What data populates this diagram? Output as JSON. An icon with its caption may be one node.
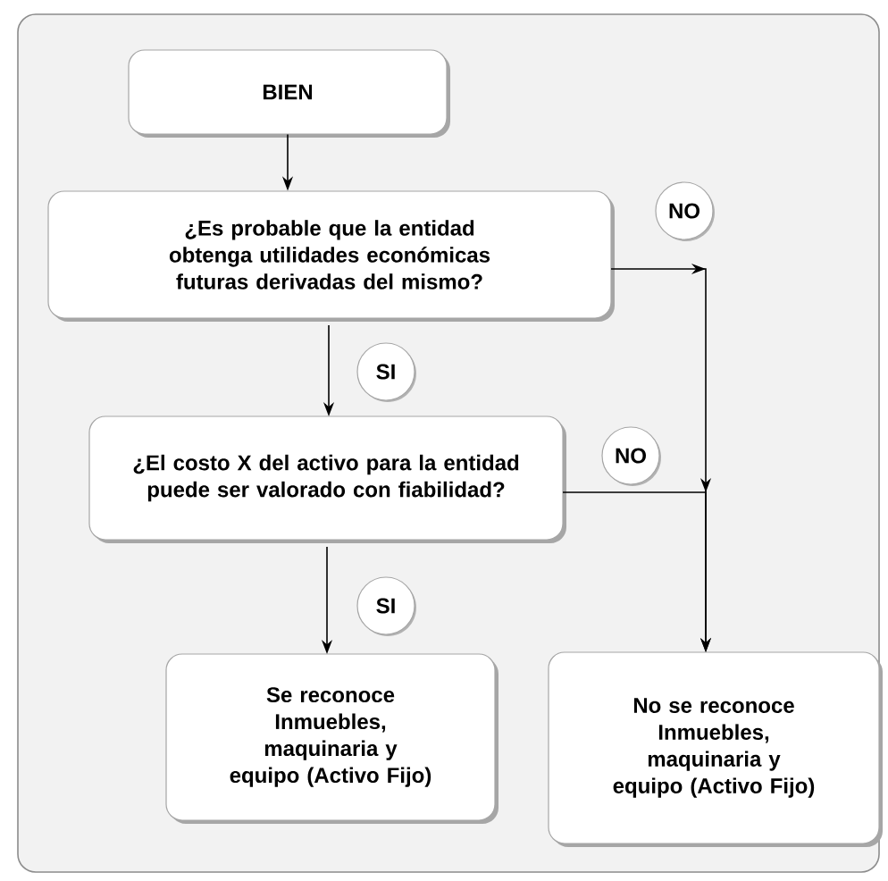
{
  "diagram": {
    "nodes": [
      {
        "text": [
          "BIEN"
        ]
      },
      {
        "text": [
          "¿Es probable que la entidad obtenga utilidades económicas futuras derivadas del mismo?"
        ]
      },
      {
        "text": [
          "¿El costo X del activo para la entidad puede ser valorado con fiabilidad?"
        ]
      },
      {
        "text": [
          "Se reconoce Inmuebles, maquinaria y equipo (Activo Fijo)"
        ]
      },
      {
        "text": [
          "No se reconoce Inmuebles, maquinaria y equipo (Activo Fijo)"
        ]
      }
    ],
    "edges": [
      {
        "from": 0,
        "to": 1,
        "arrow": "to"
      },
      {
        "from": 1,
        "to": 2,
        "arrow": "to",
        "label": "SI"
      },
      {
        "from": 1,
        "to": 4,
        "arrow": "to",
        "label": "NO"
      },
      {
        "from": 2,
        "to": 3,
        "arrow": "to",
        "label": "SI"
      },
      {
        "from": 2,
        "to": 4,
        "arrow": "to",
        "label": "NO"
      }
    ]
  }
}
